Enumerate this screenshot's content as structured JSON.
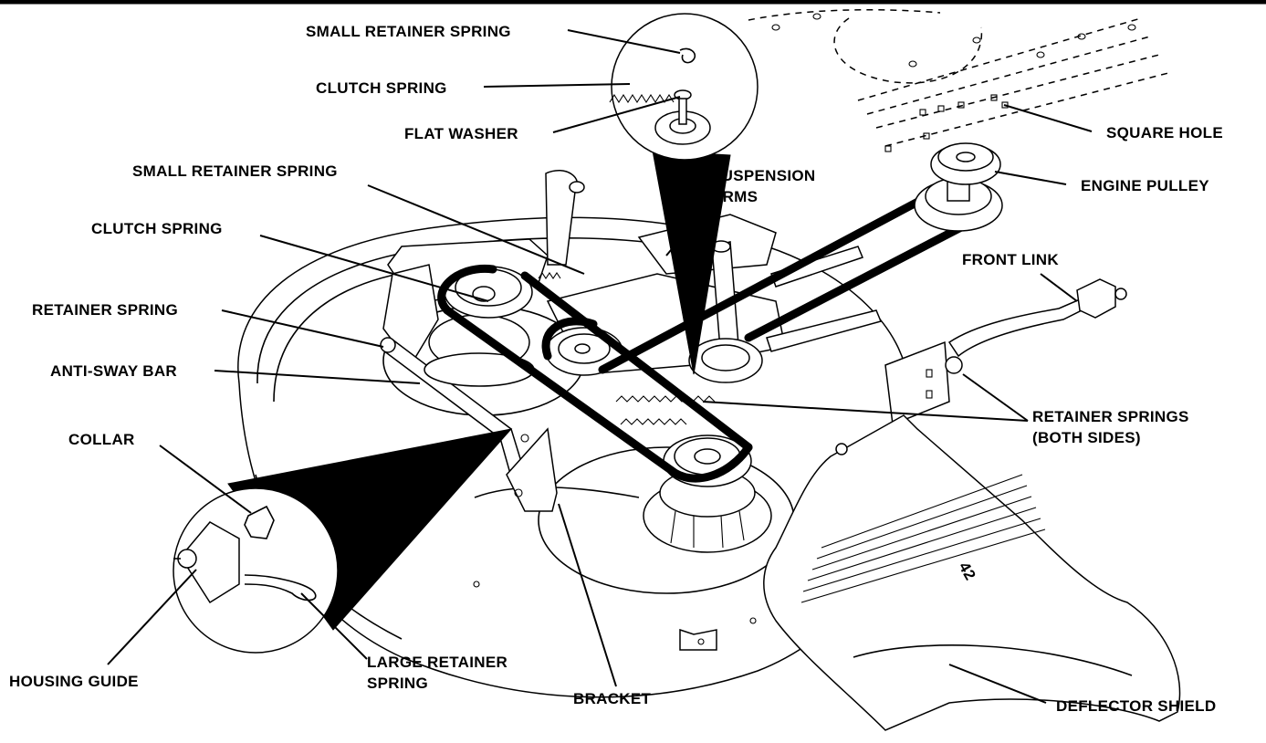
{
  "labels": {
    "small_retainer_spring_top": "SMALL RETAINER SPRING",
    "clutch_spring_top": "CLUTCH SPRING",
    "flat_washer": "FLAT WASHER",
    "square_hole": "SQUARE HOLE",
    "small_retainer_spring_mid": "SMALL RETAINER SPRING",
    "suspension_arms_line1": "SUSPENSION",
    "suspension_arms_line2": "ARMS",
    "engine_pulley": "ENGINE PULLEY",
    "clutch_spring_mid": "CLUTCH SPRING",
    "front_link": "FRONT LINK",
    "retainer_spring": "RETAINER SPRING",
    "anti_sway_bar": "ANTI-SWAY BAR",
    "retainer_springs_line1": "RETAINER SPRINGS",
    "retainer_springs_line2": "(BOTH SIDES)",
    "collar": "COLLAR",
    "housing_guide": "HOUSING GUIDE",
    "large_retainer_spring_line1": "LARGE RETAINER",
    "large_retainer_spring_line2": "SPRING",
    "bracket": "BRACKET",
    "deflector_shield": "DEFLECTOR SHIELD",
    "deck_badge": "42"
  }
}
